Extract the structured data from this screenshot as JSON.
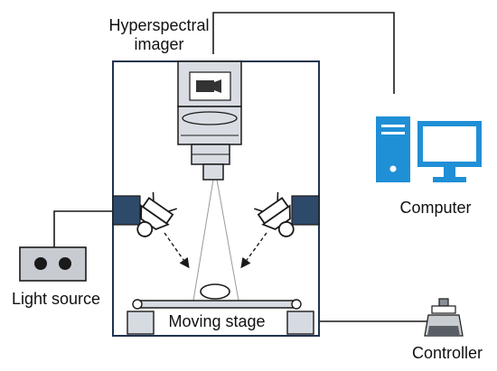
{
  "labels": {
    "imager_line1": "Hyperspectral",
    "imager_line2": "imager",
    "computer": "Computer",
    "light_source": "Light source",
    "moving_stage": "Moving stage",
    "controller": "Controller"
  },
  "colors": {
    "line": "#1a1a1a",
    "enclosure_border": "#1f3350",
    "imager_fill": "#d9dde3",
    "lamp_fill": "#2e4a6b",
    "computer_blue": "#1f8fd6",
    "light_source_fill": "#c8ccd2",
    "stage_fill": "#d6dbe2",
    "beam": "#9a9a9a"
  },
  "icons": {
    "camera": "video-camera-icon",
    "computer": "desktop-computer-icon",
    "lamp": "spotlight-lamp-icon",
    "controller": "motor-controller-icon"
  }
}
